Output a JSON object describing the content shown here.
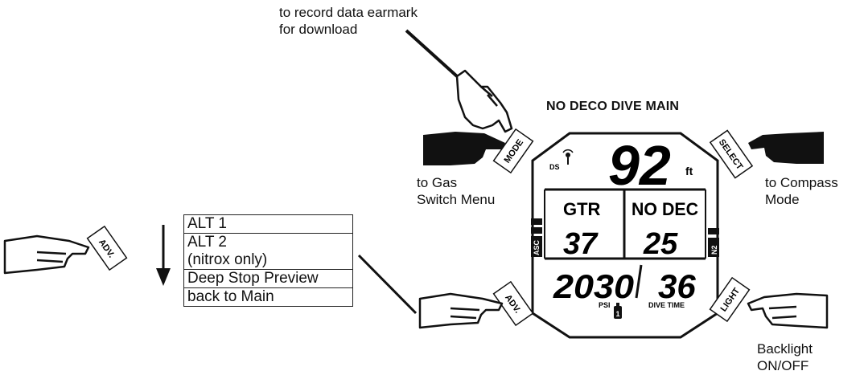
{
  "title": "NO DECO DIVE MAIN",
  "labels": {
    "mode_action": [
      "to record data earmark",
      "for download"
    ],
    "gas_switch": [
      "to Gas",
      "Switch Menu"
    ],
    "compass": [
      "to Compass",
      "Mode"
    ],
    "backlight": [
      "Backlight",
      "ON/OFF"
    ]
  },
  "buttons": {
    "mode": "MODE",
    "select": "SELECT",
    "adv_left": "ADV.",
    "adv_right": "ADV.",
    "light": "LIGHT"
  },
  "menu": {
    "items": [
      "ALT 1",
      "ALT 2",
      "(nitrox only)",
      "Deep Stop Preview",
      "back to Main"
    ]
  },
  "display": {
    "ds": "DS",
    "depth": "92",
    "depth_unit": "ft",
    "gtr_label": "GTR",
    "gtr_value": "37",
    "nodec_label": "NO DEC",
    "nodec_value": "25",
    "asc": "ASC",
    "n2": "N2",
    "pressure": "2030",
    "pressure_unit": "PSI",
    "tank_number": "1",
    "dive_time": "36",
    "dive_time_label": "DIVE TIME"
  }
}
